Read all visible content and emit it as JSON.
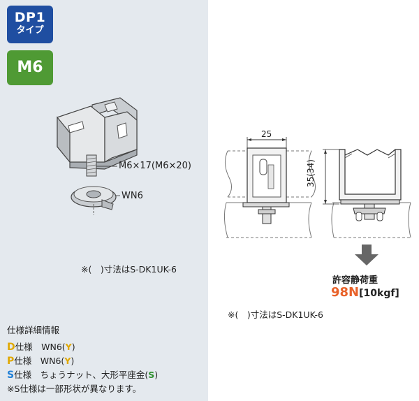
{
  "badges": {
    "type_main": "DP1",
    "type_sub": "タイプ",
    "size": "M6"
  },
  "callouts": {
    "bolt": "M6×17(M6×20)",
    "washer": "WN6"
  },
  "notes": {
    "left": "※(　)寸法はS-DK1UK-6",
    "right": "※(　)寸法はS-DK1UK-6"
  },
  "dimensions": {
    "width": "25",
    "height": "35(34)"
  },
  "load": {
    "label": "許容静荷重",
    "value": "98N",
    "kgf": "[10kgf]"
  },
  "spec": {
    "title": "仕様詳細情報",
    "lines": [
      {
        "letter": "D",
        "letter_color": "#e0a800",
        "text": "仕様　WN6(",
        "code": "Y",
        "code_color": "#e0a800",
        "tail": ")"
      },
      {
        "letter": "P",
        "letter_color": "#e0a800",
        "text": "仕様　WN6(",
        "code": "Y",
        "code_color": "#e0a800",
        "tail": ")"
      },
      {
        "letter": "S",
        "letter_color": "#1f7fd6",
        "text": "仕様　ちょうナット、大形平座金(",
        "code": "S",
        "code_color": "#2f8f2f",
        "tail": ")"
      }
    ],
    "footnote": "※S仕様は一部形状が異なります。"
  },
  "colors": {
    "type_badge": "#1f4ea1",
    "size_badge": "#4f9a34",
    "load_value": "#e8622a",
    "left_panel": "#e4e9ee"
  }
}
